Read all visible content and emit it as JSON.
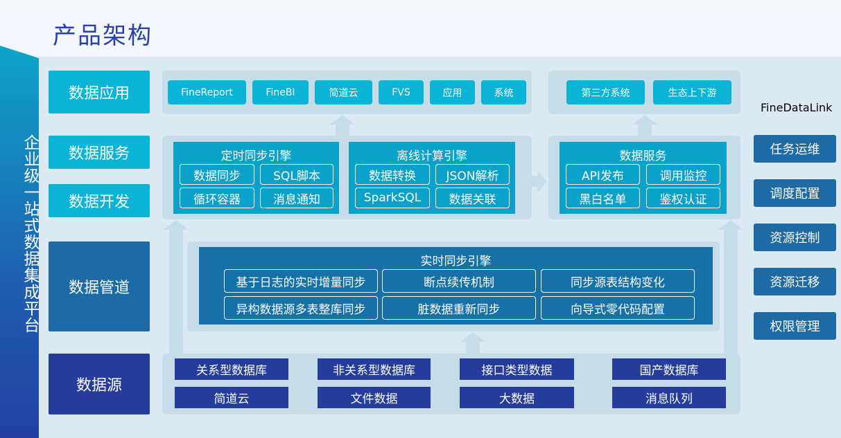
{
  "title": "产品架构",
  "platform": "企业级一站式数据集成平台",
  "layers": {
    "data_app": "数据应用",
    "data_service": "数据服务",
    "data_dev": "数据开发",
    "data_pipeline": "数据管道",
    "data_source": "数据源"
  },
  "apps_left": [
    "FineReport",
    "FineBI",
    "简道云",
    "FVS",
    "应用",
    "系统"
  ],
  "apps_right": [
    "第三方系统",
    "生态上下游"
  ],
  "engines": {
    "scheduled": {
      "title": "定时同步引擎",
      "items": [
        "数据同步",
        "SQL脚本",
        "循环容器",
        "消息通知"
      ]
    },
    "offline": {
      "title": "离线计算引擎",
      "items": [
        "数据转换",
        "JSON解析",
        "SparkSQL",
        "数据关联"
      ]
    },
    "service": {
      "title": "数据服务",
      "items": [
        "API发布",
        "调用监控",
        "黑白名单",
        "鉴权认证"
      ]
    }
  },
  "realtime": {
    "title": "实时同步引擎",
    "items": [
      "基于日志的实时增量同步",
      "断点续传机制",
      "同步源表结构变化",
      "异构数据源多表整库同步",
      "脏数据重新同步",
      "向导式零代码配置"
    ]
  },
  "sources": [
    "关系型数据库",
    "非关系型数据库",
    "接口类型数据",
    "国产数据库",
    "简道云",
    "文件数据",
    "大数据",
    "消息队列"
  ],
  "brand": "FineDataLink",
  "side": [
    "任务运维",
    "调度配置",
    "资源控制",
    "资源迁移",
    "权限管理"
  ]
}
